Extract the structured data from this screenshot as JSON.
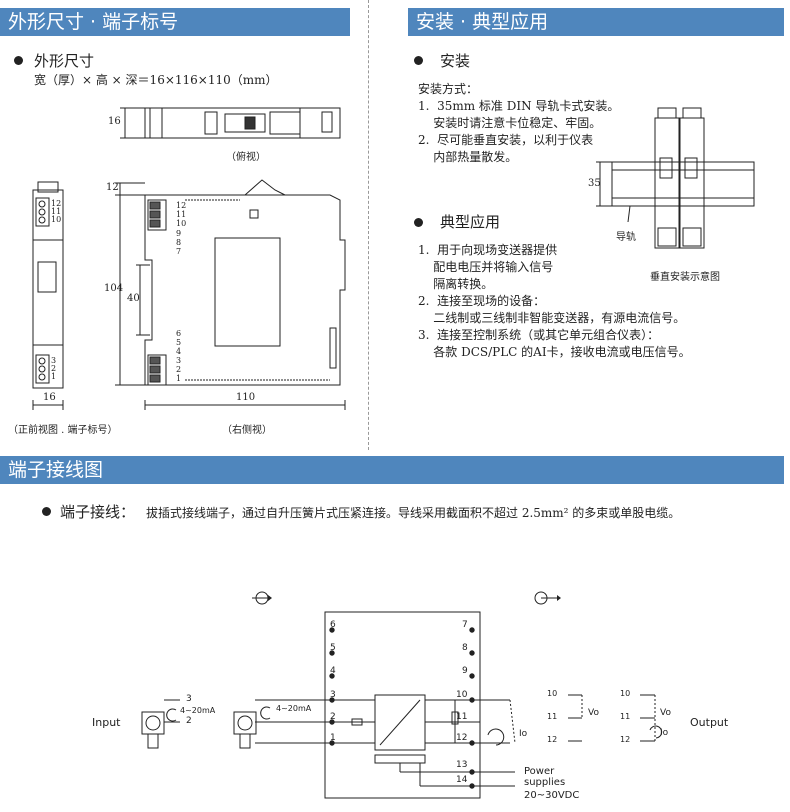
{
  "left_section": {
    "header": "外形尺寸 · 端子标号",
    "dim_heading": "外形尺寸",
    "dim_text": "宽（厚）× 高 × 深＝16×116×110（mm）",
    "top_view_label": "（俯视）",
    "front_view_label": "（正前视图 . 端子标号）",
    "side_view_label": "（右侧视）",
    "dims": {
      "d16_top": "16",
      "d12": "12",
      "d104": "104",
      "d40": "40",
      "d16_front": "16",
      "d110": "110"
    },
    "front_terminals_top": [
      "12",
      "11",
      "10"
    ],
    "front_terminals_bottom": [
      "3",
      "2",
      "1"
    ],
    "side_terminals_top": [
      "12",
      "11",
      "10",
      "9",
      "8",
      "7"
    ],
    "side_terminals_bottom": [
      "6",
      "5",
      "4",
      "3",
      "2",
      "1"
    ]
  },
  "right_section": {
    "header": "安装 · 典型应用",
    "install_heading": "安装",
    "install_method": "安装方式：",
    "install_lines": [
      "1.  35mm 标准 DIN 导轨卡式安装。",
      "    安装时请注意卡位稳定、牢固。",
      "2.  尽可能垂直安装，以利于仪表",
      "    内部热量散发。"
    ],
    "rail_dim": "35",
    "rail_label": "导轨",
    "mount_caption": "垂直安装示意图",
    "app_heading": "典型应用",
    "app_lines": [
      "1.  用于向现场变送器提供",
      "    配电电压并将输入信号",
      "    隔离转换。",
      "2.  连接至现场的设备：",
      "    二线制或三线制非智能变送器，有源电流信号。",
      "3.  连接至控制系统（或其它单元组合仪表）：",
      "    各款 DCS/PLC 的AI卡，接收电流或电压信号。"
    ]
  },
  "wiring_section": {
    "header": "端子接线图",
    "lead_label": "端子接线：",
    "lead_text": "拔插式接线端子，通过自升压簧片式压紧连接。导线采用截面积不超过 2.5mm² 的多束或单股电缆。",
    "input_label": "Input",
    "output_label": "Output",
    "signal_range": "4~20mA",
    "left_terminals": [
      "6",
      "5",
      "4",
      "3",
      "2",
      "1"
    ],
    "right_terminals": [
      "7",
      "8",
      "9",
      "10",
      "11",
      "12",
      "13",
      "14"
    ],
    "io_label": "Io",
    "vo_label": "Vo",
    "power_line1": "Power",
    "power_line2": "supplies",
    "power_line3": "20~30VDC",
    "src_terms": [
      "3",
      "2"
    ],
    "out_terms_a": [
      "10",
      "11",
      "12"
    ],
    "out_terms_b": [
      "10",
      "11",
      "12"
    ]
  }
}
